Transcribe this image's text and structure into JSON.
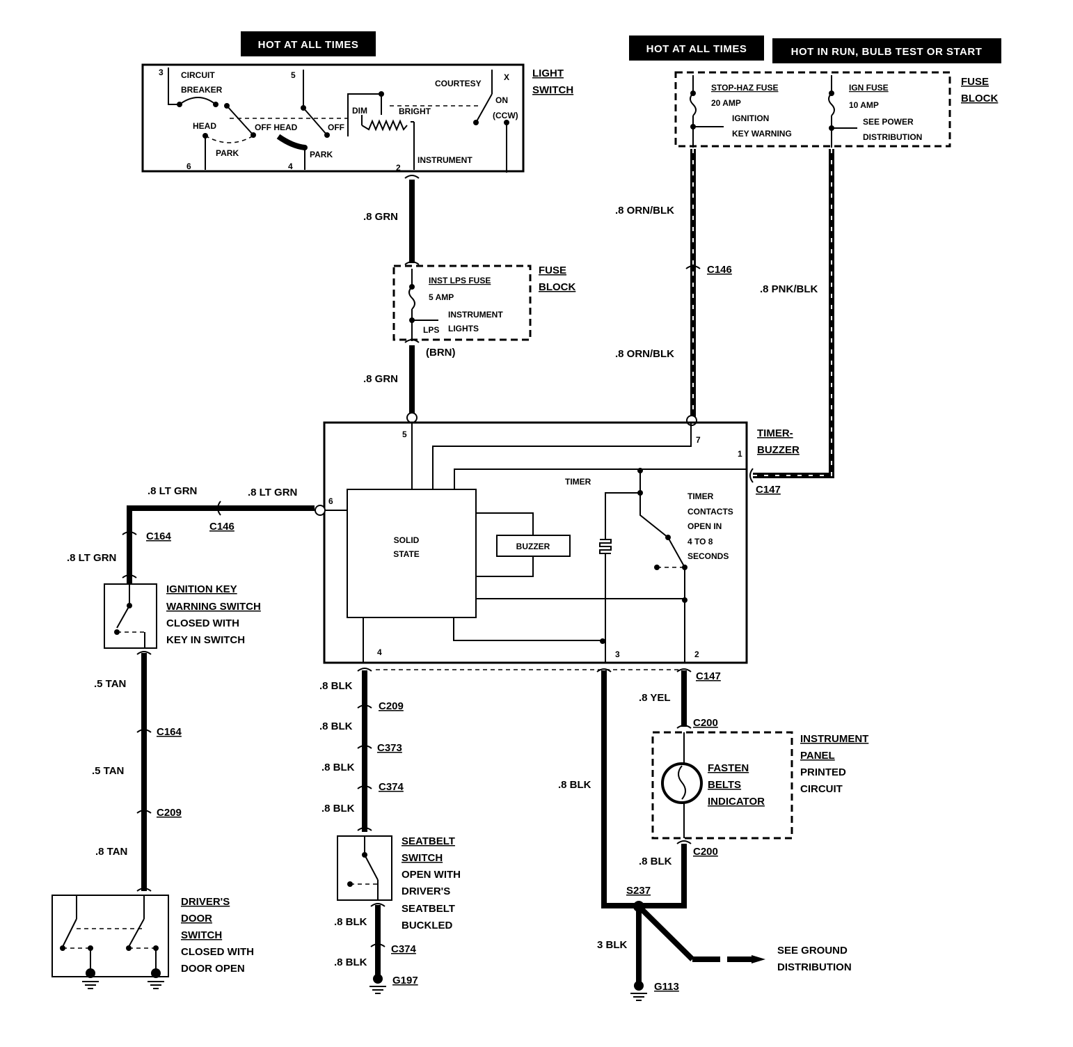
{
  "headers": {
    "hot_left": "HOT AT ALL TIMES",
    "hot_right": "HOT AT ALL TIMES",
    "hot_run": "HOT IN RUN, BULB TEST OR START"
  },
  "light_switch": {
    "title_1": "LIGHT",
    "title_2": "SWITCH",
    "circuit_1": "CIRCUIT",
    "circuit_2": "BREAKER",
    "head": "HEAD",
    "park": "PARK",
    "off_head": "OFF HEAD",
    "off": "OFF",
    "park2": "PARK",
    "dim": "DIM",
    "bright": "BRIGHT",
    "courtesy": "COURTESY",
    "on": "ON",
    "ccw": "(CCW)",
    "instrument": "INSTRUMENT",
    "pin_3": "3",
    "pin_5": "5",
    "pin_6": "6",
    "pin_4": "4",
    "pin_2": "2",
    "pin_x": "X"
  },
  "fuse_block_right": {
    "title_1": "FUSE",
    "title_2": "BLOCK",
    "stop_haz": "STOP-HAZ FUSE",
    "stop_amp": "20 AMP",
    "ign_1": "IGNITION",
    "ign_2": "KEY WARNING",
    "ign_fuse": "IGN FUSE",
    "ign_amp": "10 AMP",
    "see_1": "SEE POWER",
    "see_2": "DISTRIBUTION"
  },
  "fuse_block_left": {
    "title_1": "FUSE",
    "title_2": "BLOCK",
    "inst": "INST LPS FUSE",
    "amp": "5 AMP",
    "instr_1": "INSTRUMENT",
    "instr_2": "LIGHTS",
    "lps": "LPS"
  },
  "wires": {
    "grn_1": ".8 GRN",
    "grn_2": ".8 GRN",
    "brn": "(BRN)",
    "orn_1": ".8 ORN/BLK",
    "orn_2": ".8 ORN/BLK",
    "pnk": ".8 PNK/BLK",
    "ltgrn_1": ".8 LT GRN",
    "ltgrn_2": ".8 LT GRN",
    "ltgrn_3": ".8 LT GRN",
    "tan_1": ".5 TAN",
    "tan_2": ".5 TAN",
    "tan_3": ".8 TAN",
    "blk_1": ".8 BLK",
    "blk_2": ".8 BLK",
    "blk_3": ".8 BLK",
    "blk_4": ".8 BLK",
    "blk_5": ".8 BLK",
    "blk_6": ".8 BLK",
    "blk_7": ".8 BLK",
    "blk_8": ".8 BLK",
    "yel": ".8 YEL",
    "blk3": "3 BLK"
  },
  "connectors": {
    "c146_a": "C146",
    "c146_b": "C146",
    "c147_a": "C147",
    "c147_b": "C147",
    "c164_a": "C164",
    "c164_b": "C164",
    "c209_a": "C209",
    "c209_b": "C209",
    "c373": "C373",
    "c374_a": "C374",
    "c374_b": "C374",
    "c200_a": "C200",
    "c200_b": "C200",
    "s237": "S237",
    "g197": "G197",
    "g113": "G113"
  },
  "timer_buzzer": {
    "title_1": "TIMER-",
    "title_2": "BUZZER",
    "timer": "TIMER",
    "solid_1": "SOLID",
    "solid_2": "STATE",
    "buzzer": "BUZZER",
    "contacts_1": "TIMER",
    "contacts_2": "CONTACTS",
    "contacts_3": "OPEN IN",
    "contacts_4": "4 TO 8",
    "contacts_5": "SECONDS",
    "pin_5": "5",
    "pin_7": "7",
    "pin_1": "1",
    "pin_6": "6",
    "pin_4": "4",
    "pin_3": "3",
    "pin_2": "2"
  },
  "ignition_switch": {
    "line_1": "IGNITION KEY",
    "line_2": "WARNING SWITCH",
    "line_3": "CLOSED WITH",
    "line_4": "KEY IN SWITCH"
  },
  "door_switch": {
    "line_1": "DRIVER'S",
    "line_2": "DOOR",
    "line_3": "SWITCH",
    "line_4": "CLOSED WITH",
    "line_5": "DOOR OPEN"
  },
  "seatbelt_switch": {
    "line_1": "SEATBELT",
    "line_2": "SWITCH",
    "line_3": "OPEN WITH",
    "line_4": "DRIVER'S",
    "line_5": "SEATBELT",
    "line_6": "BUCKLED"
  },
  "instrument_panel": {
    "line_1": "INSTRUMENT",
    "line_2": "PANEL",
    "line_3": "PRINTED",
    "line_4": "CIRCUIT",
    "fasten_1": "FASTEN",
    "fasten_2": "BELTS",
    "fasten_3": "INDICATOR"
  },
  "ground_ref": {
    "line_1": "SEE GROUND",
    "line_2": "DISTRIBUTION"
  }
}
